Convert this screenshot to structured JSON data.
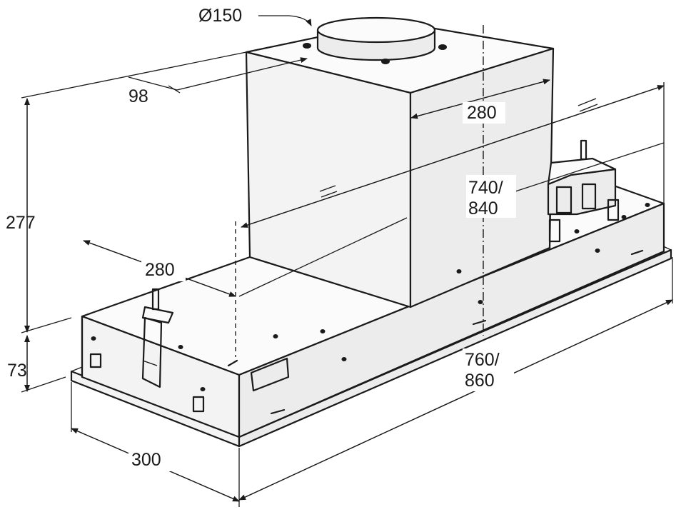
{
  "labels": {
    "duct_diameter": "Ø150",
    "duct_offset": "98",
    "motor_width": "280",
    "inner_length": "740/\n840",
    "motor_depth": "280",
    "total_height": "277",
    "frame_height": "73",
    "outer_length": "760/\n860",
    "total_depth": "300"
  }
}
